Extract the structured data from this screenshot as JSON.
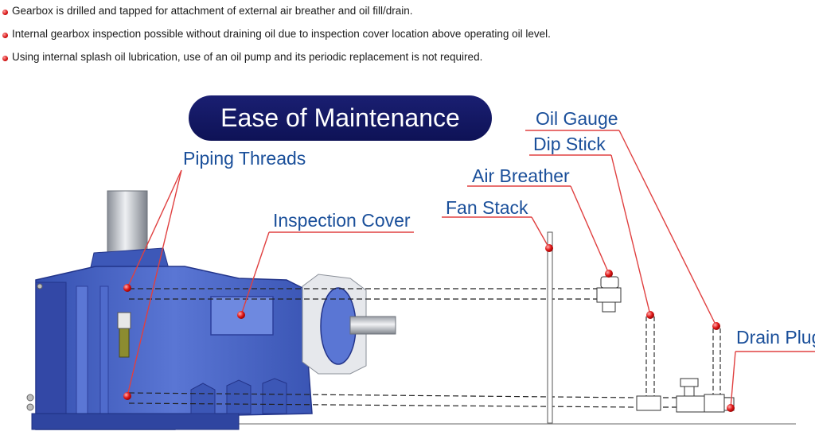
{
  "bullets": [
    {
      "text": "Gearbox is drilled and tapped for attachment of external air breather and oil fill/drain."
    },
    {
      "text": "Internal gearbox inspection possible without draining oil due to inspection cover location above operating oil level."
    },
    {
      "text": "Using internal splash oil lubrication, use of an oil pump and its periodic replacement is not required."
    }
  ],
  "title": "Ease of Maintenance",
  "labels": {
    "oil_gauge": "Oil Gauge",
    "dip_stick": "Dip Stick",
    "piping_threads": "Piping Threads",
    "air_breather": "Air Breather",
    "fan_stack": "Fan Stack",
    "inspection_cover": "Inspection Cover",
    "drain_plug": "Drain Plug"
  },
  "colors": {
    "gearbox_blue": "#4a66c8",
    "title_bg": "#141966",
    "label_text": "#1a4f9a",
    "leader_line": "#e04040",
    "marker_red": "#e01818"
  }
}
